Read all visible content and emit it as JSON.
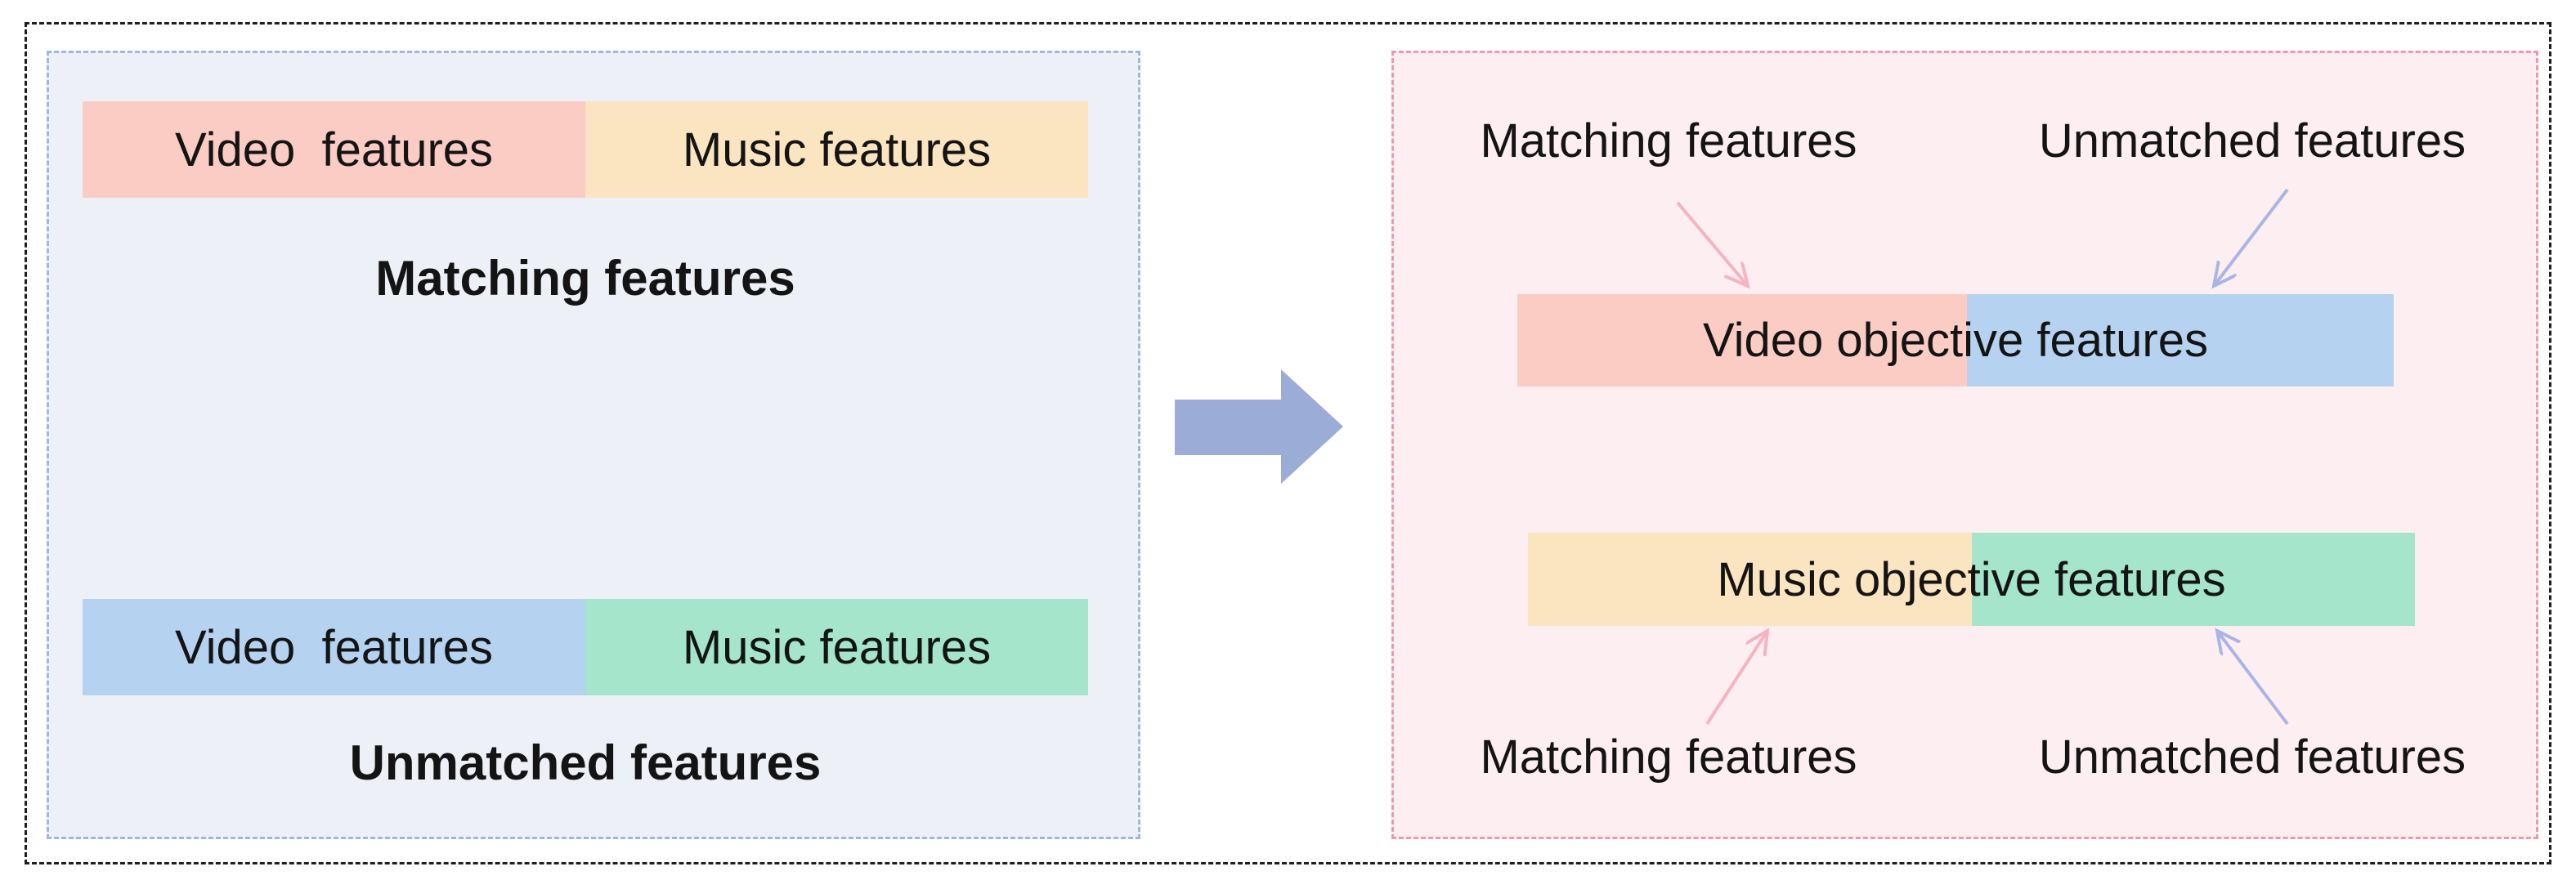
{
  "figure": {
    "left_panel": {
      "matched_bar": {
        "video_label": "Video  features",
        "music_label": "Music features"
      },
      "matched_caption": "Matching features",
      "unmatched_bar": {
        "video_label": "Video  features",
        "music_label": "Music features"
      },
      "unmatched_caption": "Unmatched features"
    },
    "right_panel": {
      "top_labels": {
        "matching": "Matching features",
        "unmatched": "Unmatched features"
      },
      "video_bar_label": "Video objective features",
      "music_bar_label": "Music objective features",
      "bottom_labels": {
        "matching": "Matching features",
        "unmatched": "Unmatched features"
      }
    }
  },
  "icons": {
    "big_arrow": "right-block-arrow",
    "thin_pink_arrow": "pink-thin-arrow",
    "thin_blue_arrow": "blue-thin-arrow"
  },
  "colors": {
    "text": "#141414",
    "outer_border": "#1f1f1f",
    "left_panel_bg": "#edf0f7",
    "left_panel_border": "#a3b6e3",
    "right_panel_bg": "#fdeef2",
    "right_panel_border": "#ee98ab",
    "bar_pink": "#fbccc4",
    "bar_peach": "#fbe5c1",
    "bar_blue": "#b5d3f1",
    "bar_mint": "#a5e5cb",
    "big_arrow": "#9badd6",
    "thin_arrow_pink": "#f6b3c0",
    "thin_arrow_blue": "#a9b6e5"
  }
}
